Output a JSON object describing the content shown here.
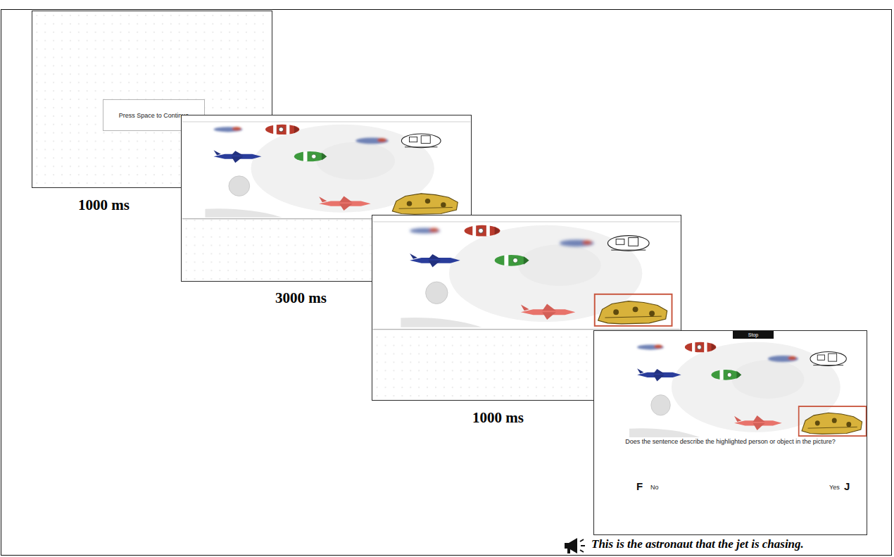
{
  "diagram": {
    "nodes": [
      {
        "text": [
          "1000 ms"
        ]
      },
      {
        "text": [
          "Press Space to Continue"
        ],
        "in": 0
      },
      {
        "text": [
          "3000 ms"
        ]
      },
      {
        "text": [
          "1000 ms"
        ]
      },
      {
        "text": [
          "Does the sentence describe the highlighted person or object in the picture?",
          "F",
          "No",
          "Yes",
          "J"
        ]
      },
      {
        "text": [
          "Stop"
        ],
        "in": 4
      }
    ],
    "labels": [
      "This is the astronaut that the jet is chasing."
    ]
  }
}
